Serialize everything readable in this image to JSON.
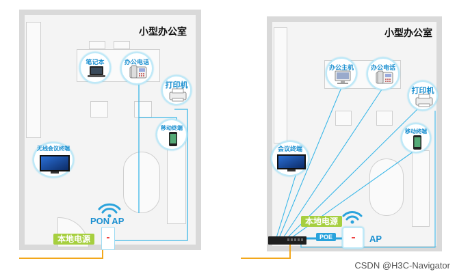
{
  "left_diagram": {
    "title": "小型办公室",
    "devices": {
      "laptop": "笔记本",
      "phone": "办公电话",
      "printer": "打印机",
      "mobile": "移动终端",
      "conference": "无线会议终端"
    },
    "power_label": "本地电源",
    "ap_label": "PON  AP"
  },
  "right_diagram": {
    "title": "小型办公室",
    "devices": {
      "host": "办公主机",
      "phone": "办公电话",
      "printer": "打印机",
      "mobile": "移动终端",
      "conference": "会议终端"
    },
    "power_label": "本地电源",
    "poe_label": "POE",
    "ap_label": "AP"
  },
  "watermark": "CSDN @H3C-Navigator",
  "colors": {
    "wire_blue": "#3ab7e8",
    "fiber_orange": "#f2a71b",
    "power_green": "#a6cf3f",
    "label_blue": "#1a8fd0"
  }
}
